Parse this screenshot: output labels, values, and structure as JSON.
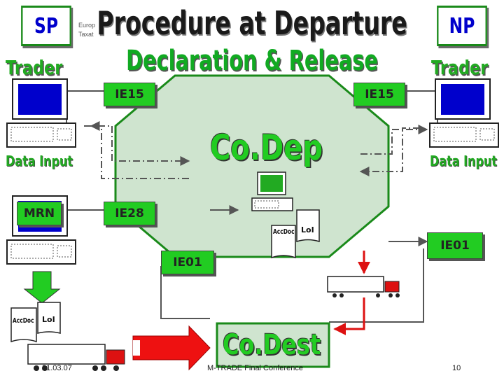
{
  "header": {
    "sp_badge": "SP",
    "np_badge": "NP",
    "logo_line1": "Europ",
    "logo_line2": "Taxat",
    "title": "Procedure at Departure",
    "subtitle": "Declaration & Release",
    "left_role": "Trader",
    "right_role": "Trader"
  },
  "center": {
    "office_departure": "Co.Dep",
    "office_destination": "Co.Dest"
  },
  "messages": {
    "ie15_left": "IE15",
    "ie15_right": "IE15",
    "ie28": "IE28",
    "ie01_left": "IE01",
    "ie01_right": "IE01"
  },
  "labels": {
    "data_input_left": "Data Input",
    "data_input_right": "Data Input",
    "mrn": "MRN"
  },
  "documents": {
    "doc_center_a": "AccDoc",
    "doc_center_b": "LoI",
    "doc_left_a": "AccDoc",
    "doc_left_b": "LoI"
  },
  "footer": {
    "date": "21.03.07",
    "conference": "M-TRADE Final Conference",
    "page": "10"
  },
  "colors": {
    "title": "#1a1a1a",
    "subtitle": "#11aa22",
    "green": "#22cc22",
    "flow_line": "#555555",
    "red_arrow": "#dd1111"
  }
}
